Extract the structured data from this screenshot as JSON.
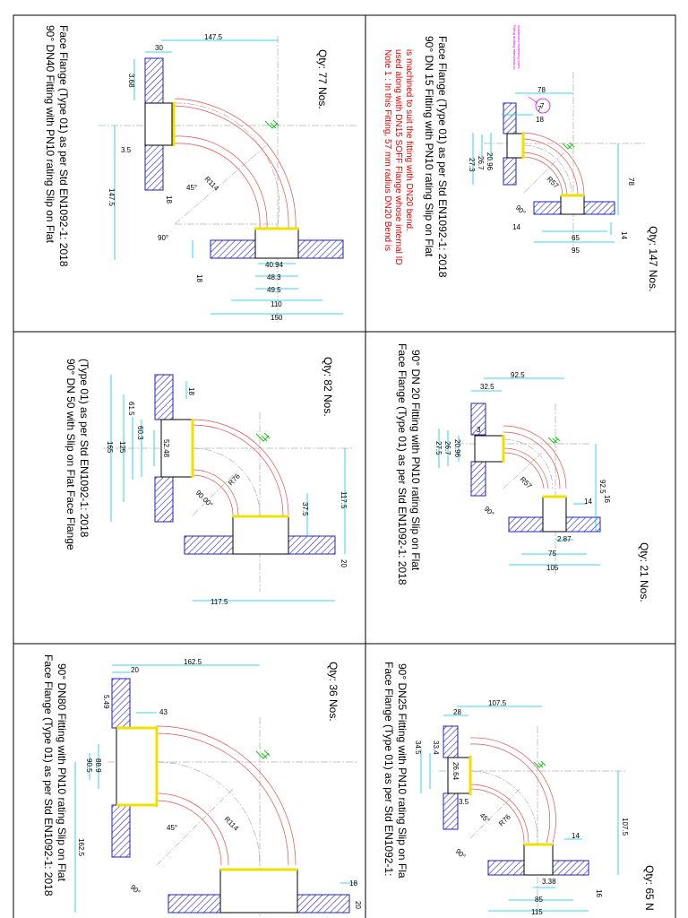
{
  "cells": [
    {
      "id": "dn40",
      "title_line1": "90° DN40 Fitting with PN10 rating Slip on Flat",
      "title_line2": "Face Flange (Type 01) as per Std EN1092-1: 2018",
      "qty": "Qty: 77 Nos.",
      "dims": [
        "147.5",
        "30",
        "3.68",
        "3.5",
        "147.5",
        "18",
        "45°",
        "R114",
        "90°",
        "40.94",
        "48.3",
        "49.5",
        "110",
        "150",
        "18"
      ]
    },
    {
      "id": "dn15",
      "title_line1": "90° DN 15  Fitting with PN10 rating Slip on Flat",
      "title_line2": "Face Flange (Type 01) as per Std EN1092-1: 2018",
      "note_line1": "Note 1 : In this Fitting, 57 mm radius DN20 Bend is",
      "note_line2": "used along with DN15 SOFF Flange whose internal ID",
      "note_line3": "is machined to suit the fitting with DN20 bend.",
      "qty": "Qty: 147 Nos.",
      "callout": "7",
      "dims": [
        "78",
        "18",
        "20.96",
        "26.7",
        "27.3",
        "R57",
        "90°",
        "14",
        "78",
        "65",
        "95",
        "14"
      ]
    },
    {
      "id": "dn50",
      "title_line1": "90° DN 50 with Slip on Flat Face Flange",
      "title_line2": "(Type 01) as per Std EN1092-1: 2018",
      "qty": "Qty: 82 Nos.",
      "dims": [
        "18",
        "60.3",
        "61.5",
        "165",
        "125",
        "52.48",
        "R76",
        "90.00°",
        "37.5",
        "117.5",
        "20",
        "117.5"
      ]
    },
    {
      "id": "dn20",
      "title_line1": "90° DN 20 Fitting with PN10 rating Slip on Flat",
      "title_line2": "Face Flange (Type 01) as per Std EN1092-1: 2018",
      "qty": "Qty: 21 Nos.",
      "dims": [
        "92.5",
        "32.5",
        "3",
        "20.96",
        "26.7",
        "27.5",
        "R57",
        "90°",
        "92.5",
        "16",
        "14",
        "2.87",
        "75",
        "105"
      ]
    },
    {
      "id": "dn80",
      "title_line1": "90° DN80 Fitting with PN10 rating Slip on Flat",
      "title_line2": "Face Flange (Type 01) as per Std EN1092-1: 2018",
      "qty": "Qty: 36 Nos.",
      "dims": [
        "162.5",
        "20",
        "43",
        "5.49",
        "88.9",
        "90.5",
        "45°",
        "R114",
        "162.5",
        "90°",
        "18",
        "20"
      ]
    },
    {
      "id": "dn25",
      "title_line1": "90° DN25 Fitting with PN10 rating Slip on Fla",
      "title_line2": "Face Flange (Type 01) as per Std EN1092-1:",
      "qty": "Qty: 65 N",
      "dims": [
        "107.5",
        "28",
        "33.4",
        "34.5",
        "26.64",
        "3.5",
        "45°",
        "R76",
        "107.5",
        "14",
        "90°",
        "3.38",
        "85",
        "115",
        "16"
      ]
    }
  ]
}
